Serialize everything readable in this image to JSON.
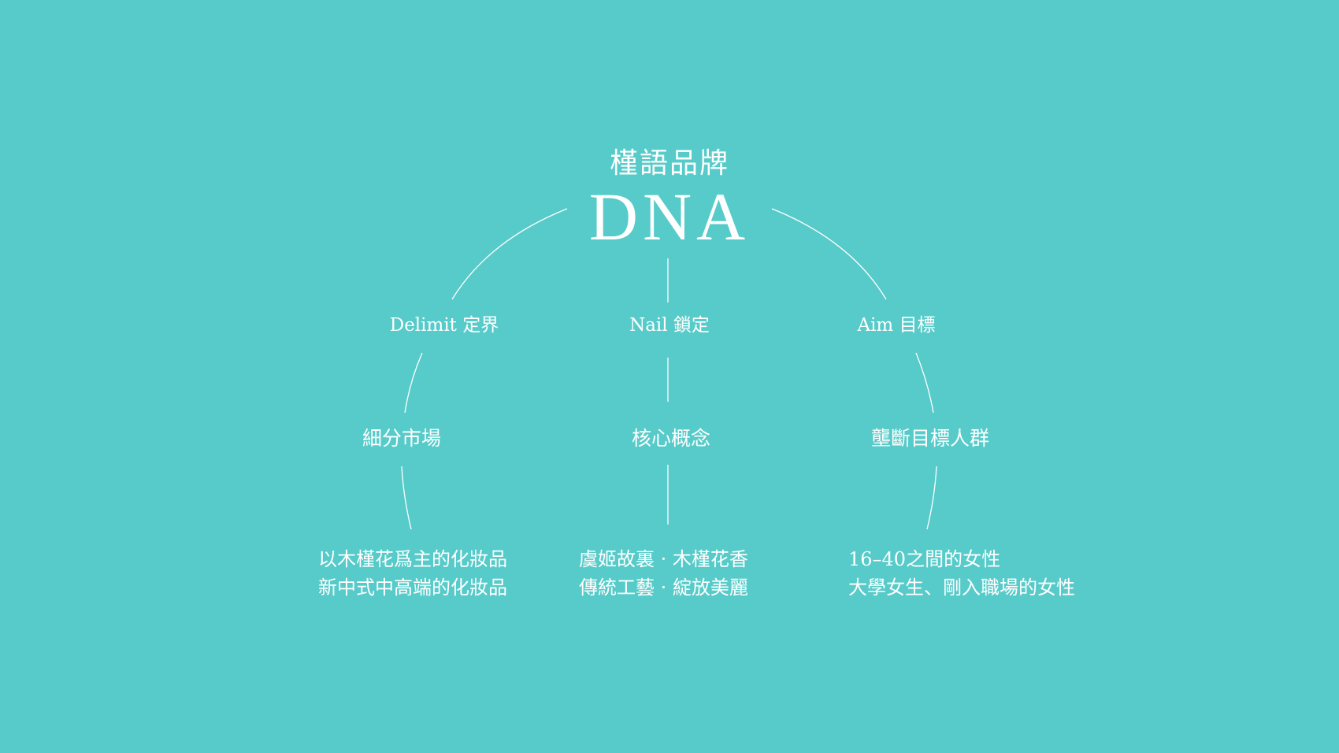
{
  "title": {
    "chinese": "槿語品牌",
    "english": "DNA"
  },
  "colors": {
    "background": "#57CBC9",
    "foreground": "#FFFFFF"
  },
  "branches": [
    {
      "label": "Delimit 定界",
      "concept": "細分市場",
      "details": [
        "以木槿花爲主的化妝品",
        "新中式中高端的化妝品"
      ]
    },
    {
      "label": "Nail 鎖定",
      "concept": "核心概念",
      "details": [
        "虞姬故裏 · 木槿花香",
        "傳統工藝 · 綻放美麗"
      ]
    },
    {
      "label": "Aim 目標",
      "concept": "壟斷目標人群",
      "details": [
        "16–40之間的女性",
        "大學女生、剛入職場的女性"
      ]
    }
  ]
}
